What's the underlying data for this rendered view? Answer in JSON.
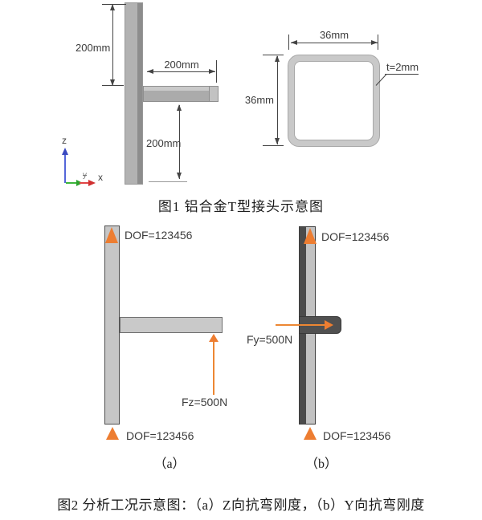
{
  "figure1": {
    "caption": "图1 铝合金T型接头示意图",
    "dim_upper": "200mm",
    "dim_arm": "200mm",
    "dim_lower": "200mm",
    "axis_z": "z",
    "axis_y": "y",
    "axis_x": "x",
    "section": {
      "dim_width": "36mm",
      "dim_height": "36mm",
      "thickness": "t=2mm"
    }
  },
  "figure2": {
    "caption": "图2 分析工况示意图：（a）Z向抗弯刚度，（b）Y向抗弯刚度",
    "case_a": {
      "dof_top": "DOF=123456",
      "dof_bottom": "DOF=123456",
      "force": "Fz=500N",
      "label": "（a）"
    },
    "case_b": {
      "dof_top": "DOF=123456",
      "dof_bottom": "DOF=123456",
      "force": "Fy=500N",
      "label": "（b）"
    }
  },
  "colors": {
    "accent_orange": "#ED7D31",
    "member_light_gray": "#c6c6c6",
    "member_dark_gray": "#4b4b4b",
    "axis_z_blue": "#3a49c0",
    "axis_y_green": "#2da32d",
    "axis_x_red": "#d03030"
  }
}
